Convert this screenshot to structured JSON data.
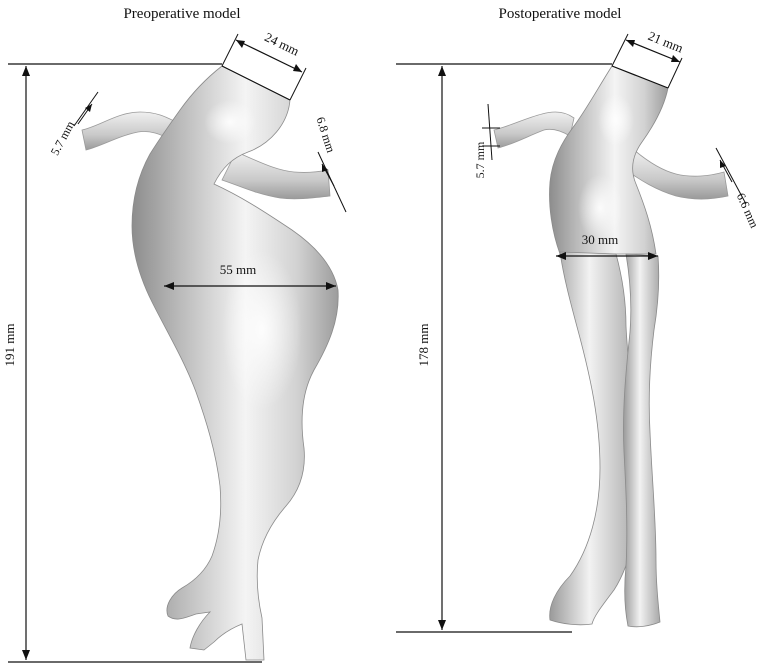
{
  "preoperative": {
    "title": "Preoperative model",
    "height": "191 mm",
    "proximal_diameter": "24 mm",
    "left_branch_diameter": "5.7 mm",
    "right_branch_diameter": "6.8 mm",
    "aneurysm_diameter": "55 mm"
  },
  "postoperative": {
    "title": "Postoperative model",
    "height": "178 mm",
    "proximal_diameter": "21 mm",
    "left_branch_diameter": "5.7 mm",
    "right_branch_diameter": "6.6 mm",
    "body_diameter": "30 mm"
  },
  "colors": {
    "background": "#ffffff",
    "vessel_light": "#f2f2f2",
    "vessel_mid": "#c8c8c8",
    "vessel_dark": "#8d8d8d",
    "line": "#111111"
  }
}
